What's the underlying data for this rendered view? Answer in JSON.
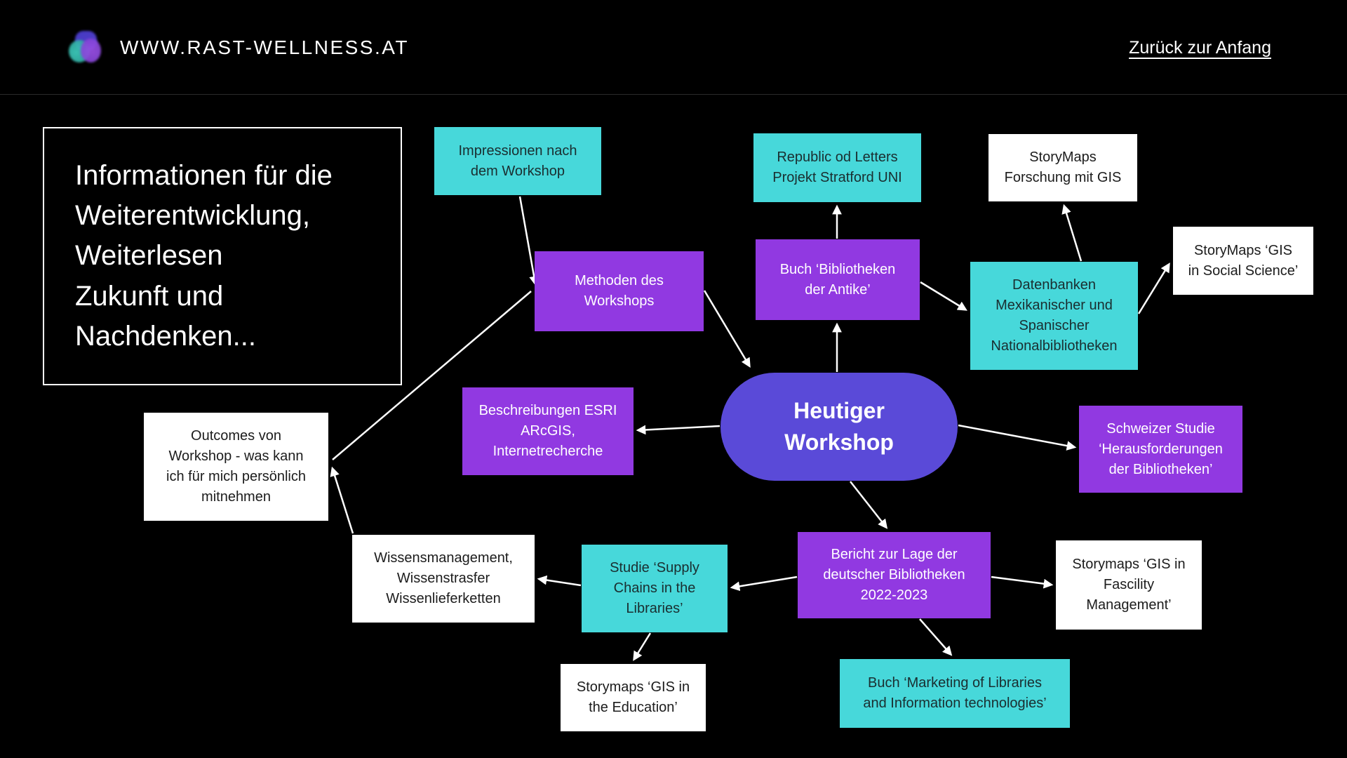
{
  "header": {
    "brand": "WWW.RAST-WELLNESS.AT",
    "back_link": "Zurück zur Anfang",
    "logo_icon": "gradient-blob-logo"
  },
  "colors": {
    "background": "#000000",
    "teal": "#47d8da",
    "purple": "#9139e1",
    "center_node": "#5a4ad8",
    "white_box": "#ffffff",
    "arrow": "#ffffff"
  },
  "nodes": {
    "info": {
      "label": "Informationen für die\nWeiterentwicklung,\nWeiterlesen\nZukunft und\nNachdenken..."
    },
    "impressionen": {
      "label": "Impressionen nach\ndem Workshop"
    },
    "methoden": {
      "label": "Methoden des\nWorkshops"
    },
    "republic": {
      "label": "Republic od Letters\nProjekt Stratford UNI"
    },
    "buch_antike": {
      "label": "Buch ‘Bibliotheken\nder Antike’"
    },
    "forschung": {
      "label": "StoryMaps\nForschung mit GIS"
    },
    "datenbanken": {
      "label": "Datenbanken\nMexikanischer und\nSpanischer\nNationalbibliotheken"
    },
    "social": {
      "label": "StoryMaps ‘GIS\nin Social Science’"
    },
    "beschreibungen": {
      "label": "Beschreibungen ESRI\nARcGIS,\nInternetrecherche"
    },
    "center": {
      "label": "Heutiger\nWorkshop"
    },
    "schweizer": {
      "label": "Schweizer Studie\n‘Herausforderungen\nder Bibliotheken’"
    },
    "outcomes": {
      "label": "Outcomes von\nWorkshop - was kann\nich für mich persönlich\nmitnehmen"
    },
    "wissens": {
      "label": "Wissensmanagement,\nWissenstrasfer\nWissenlieferketten"
    },
    "studie": {
      "label": "Studie ‘Supply\nChains in the\nLibraries’"
    },
    "bericht": {
      "label": "Bericht zur Lage der\ndeutscher Bibliotheken\n2022-2023"
    },
    "fascility": {
      "label": "Storymaps ‘GIS in\nFascility\nManagement’"
    },
    "education": {
      "label": "Storymaps ‘GIS in\nthe Education’"
    },
    "marketing": {
      "label": "Buch ‘Marketing of Libraries\nand Information technologies’"
    }
  },
  "connections": [
    {
      "from": "impressionen",
      "to": "methoden"
    },
    {
      "from": "outcomes",
      "to": "methoden"
    },
    {
      "from": "methoden",
      "to": "center"
    },
    {
      "from": "center",
      "to": "buch_antike"
    },
    {
      "from": "buch_antike",
      "to": "republic"
    },
    {
      "from": "buch_antike",
      "to": "datenbanken"
    },
    {
      "from": "datenbanken",
      "to": "forschung"
    },
    {
      "from": "datenbanken",
      "to": "social"
    },
    {
      "from": "center",
      "to": "beschreibungen"
    },
    {
      "from": "center",
      "to": "schweizer"
    },
    {
      "from": "center",
      "to": "bericht"
    },
    {
      "from": "bericht",
      "to": "studie"
    },
    {
      "from": "studie",
      "to": "wissens"
    },
    {
      "from": "studie",
      "to": "education"
    },
    {
      "from": "bericht",
      "to": "fascility"
    },
    {
      "from": "bericht",
      "to": "marketing"
    },
    {
      "from": "wissens",
      "to": "outcomes"
    }
  ]
}
